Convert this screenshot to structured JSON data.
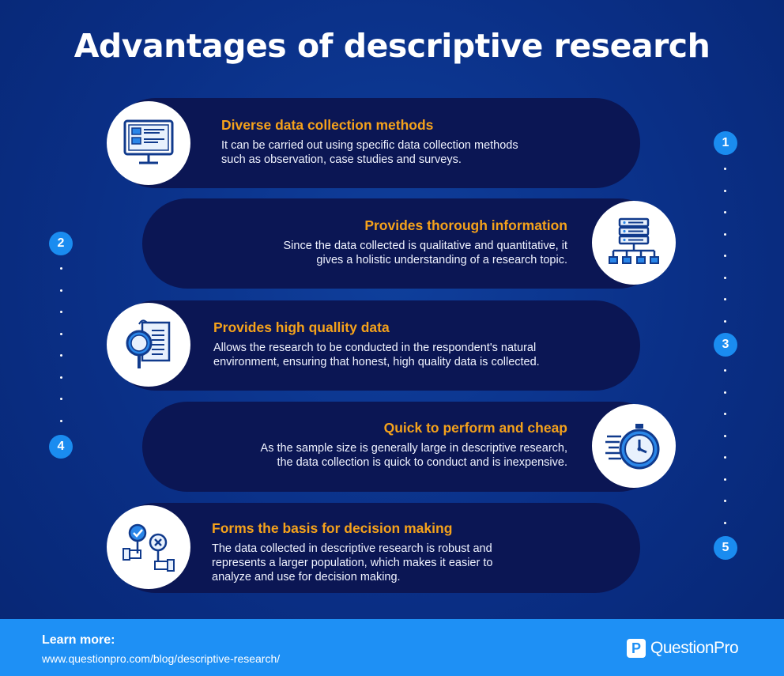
{
  "title": "Advantages of descriptive research",
  "items": [
    {
      "number": "1",
      "title": "Diverse data collection methods",
      "desc_lines": [
        "It can be carried out using specific data collection methods",
        "such as observation, case studies and surveys."
      ],
      "icon": "computer-folders-icon"
    },
    {
      "number": "2",
      "title": "Provides thorough information",
      "desc_lines": [
        "Since the data collected is qualitative and quantitative, it",
        "gives a holistic understanding of a research topic."
      ],
      "icon": "server-network-icon"
    },
    {
      "number": "3",
      "title": "Provides high quallity data",
      "desc_lines": [
        "Allows the research to be conducted in the respondent's natural",
        "environment, ensuring that honest, high quality data is collected."
      ],
      "icon": "magnifier-document-icon"
    },
    {
      "number": "4",
      "title": "Quick to perform and cheap",
      "desc_lines": [
        "As the sample size is generally large in descriptive research,",
        "the data collection is quick to conduct and is inexpensive."
      ],
      "icon": "fast-clock-icon"
    },
    {
      "number": "5",
      "title": "Forms the basis for decision making",
      "desc_lines": [
        "The data collected in descriptive research is robust and",
        "represents a larger population, which makes it easier to",
        "analyze and use for decision making."
      ],
      "icon": "decision-signs-icon"
    }
  ],
  "footer": {
    "learn_more": "Learn more:",
    "url": "www.questionpro.com/blog/descriptive-research/",
    "logo_mark": "P",
    "logo_text": "QuestionPro"
  },
  "colors": {
    "background": "#0a2f86",
    "pill": "#0b1654",
    "accent_orange": "#f5a21b",
    "accent_blue": "#1e90f5",
    "icon_stroke": "#103a8c",
    "icon_fill": "#2a86e8"
  }
}
